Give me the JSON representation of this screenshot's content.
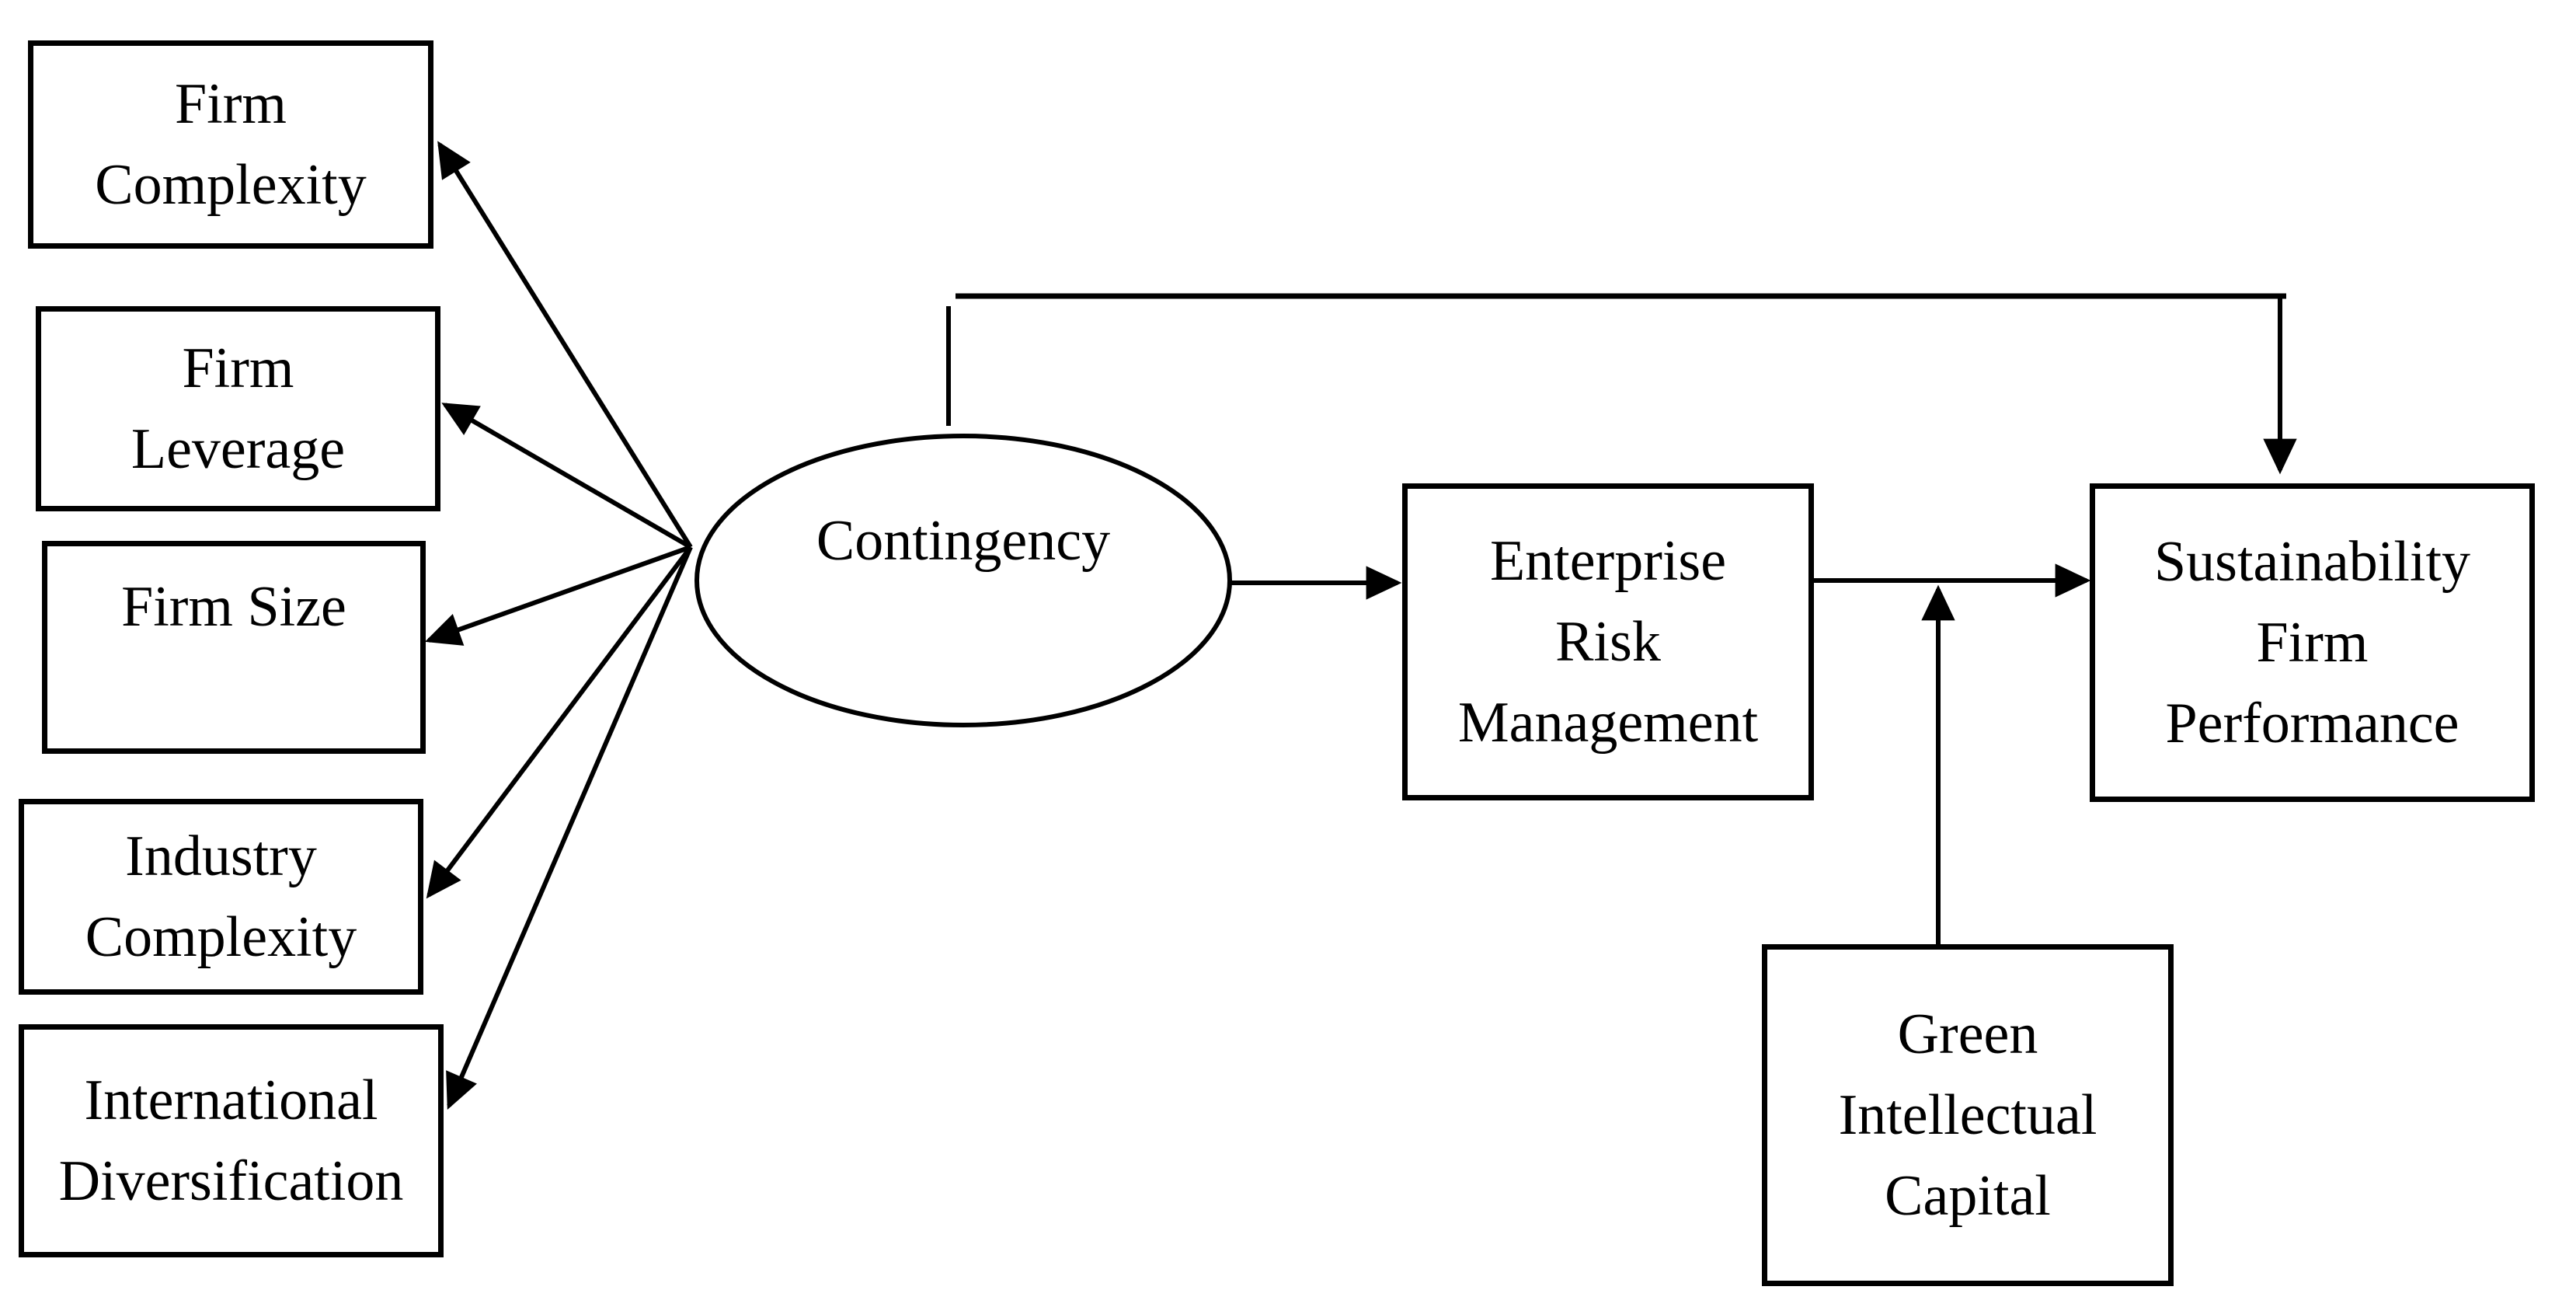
{
  "colors": {
    "background": "#ffffff",
    "stroke": "#000000",
    "text": "#000000"
  },
  "nodes": {
    "firm_complexity": {
      "lines": [
        "Firm",
        "Complexity"
      ]
    },
    "firm_leverage": {
      "lines": [
        "Firm",
        "Leverage"
      ]
    },
    "firm_size": {
      "lines": [
        "Firm Size"
      ]
    },
    "industry_complexity": {
      "lines": [
        "Industry",
        "Complexity"
      ]
    },
    "international_diversification": {
      "lines": [
        "International",
        "Diversification"
      ]
    },
    "contingency": {
      "label": "Contingency"
    },
    "enterprise_risk_management": {
      "lines": [
        "Enterprise",
        "Risk",
        "Management"
      ]
    },
    "sustainability_firm_performance": {
      "lines": [
        "Sustainability",
        "Firm",
        "Performance"
      ]
    },
    "green_intellectual_capital": {
      "lines": [
        "Green",
        "Intellectual",
        "Capital"
      ]
    }
  },
  "edges": [
    {
      "from": "contingency",
      "to": "firm_complexity",
      "type": "arrow"
    },
    {
      "from": "contingency",
      "to": "firm_leverage",
      "type": "arrow"
    },
    {
      "from": "contingency",
      "to": "firm_size",
      "type": "arrow"
    },
    {
      "from": "contingency",
      "to": "industry_complexity",
      "type": "arrow"
    },
    {
      "from": "contingency",
      "to": "international_diversification",
      "type": "arrow"
    },
    {
      "from": "contingency",
      "to": "enterprise_risk_management",
      "type": "arrow"
    },
    {
      "from": "enterprise_risk_management",
      "to": "sustainability_firm_performance",
      "type": "arrow"
    },
    {
      "from": "green_intellectual_capital",
      "to": "erm_sfp_path",
      "type": "arrow",
      "role": "moderator"
    },
    {
      "from": "contingency",
      "to": "sustainability_firm_performance",
      "type": "arrow",
      "route": "over-the-top"
    }
  ]
}
